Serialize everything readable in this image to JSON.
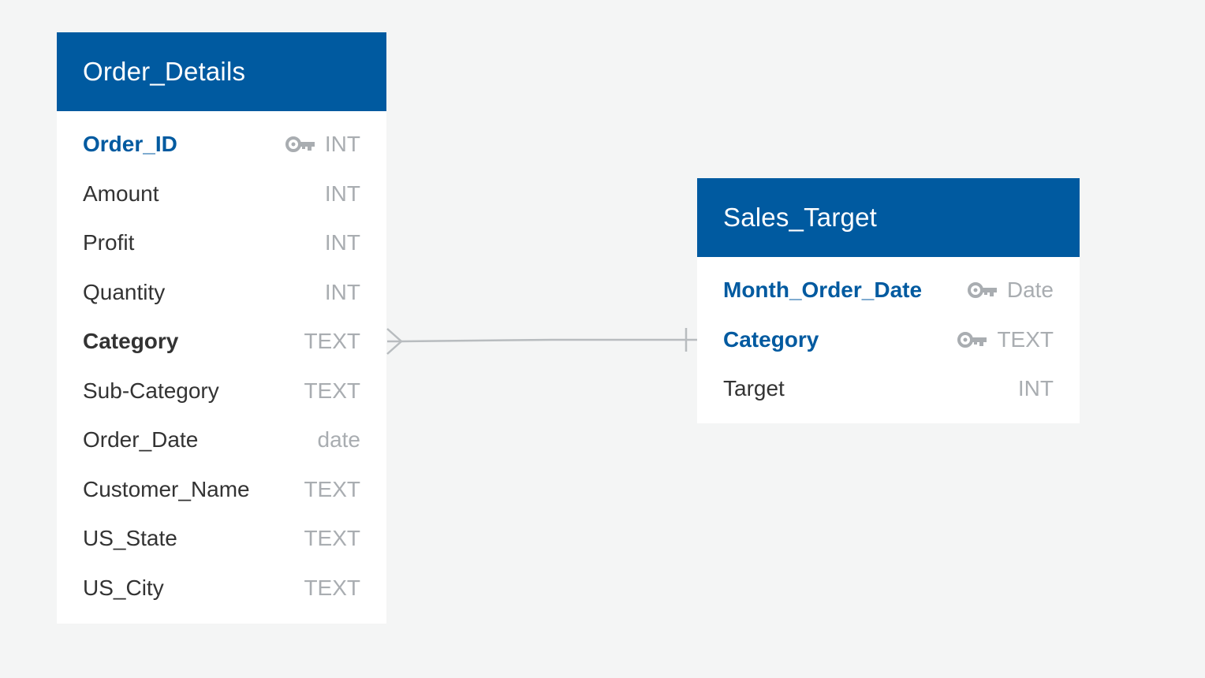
{
  "entities": {
    "order_details": {
      "title": "Order_Details",
      "fields": [
        {
          "name": "Order_ID",
          "type": "INT",
          "key": true,
          "style": "pk"
        },
        {
          "name": "Amount",
          "type": "INT",
          "key": false,
          "style": "normal"
        },
        {
          "name": "Profit",
          "type": "INT",
          "key": false,
          "style": "normal"
        },
        {
          "name": "Quantity",
          "type": "INT",
          "key": false,
          "style": "normal"
        },
        {
          "name": "Category",
          "type": "TEXT",
          "key": false,
          "style": "fk"
        },
        {
          "name": "Sub-Category",
          "type": "TEXT",
          "key": false,
          "style": "normal"
        },
        {
          "name": "Order_Date",
          "type": "date",
          "key": false,
          "style": "normal"
        },
        {
          "name": "Customer_Name",
          "type": "TEXT",
          "key": false,
          "style": "normal"
        },
        {
          "name": "US_State",
          "type": "TEXT",
          "key": false,
          "style": "normal"
        },
        {
          "name": "US_City",
          "type": "TEXT",
          "key": false,
          "style": "normal"
        }
      ]
    },
    "sales_target": {
      "title": "Sales_Target",
      "fields": [
        {
          "name": "Month_Order_Date",
          "type": "Date",
          "key": true,
          "style": "pk"
        },
        {
          "name": "Category",
          "type": "TEXT",
          "key": true,
          "style": "pk"
        },
        {
          "name": "Target",
          "type": "INT",
          "key": false,
          "style": "normal"
        }
      ]
    }
  },
  "relationship": {
    "from": "Order_Details.Category",
    "to": "Sales_Target.Category",
    "from_cardinality": "many",
    "to_cardinality": "one"
  },
  "colors": {
    "header_bg": "#005aa0",
    "background": "#f4f5f5",
    "pk_text": "#005aa0",
    "type_text": "#a9adb1",
    "key_icon": "#a9adb1",
    "line": "#b8bcbf"
  }
}
